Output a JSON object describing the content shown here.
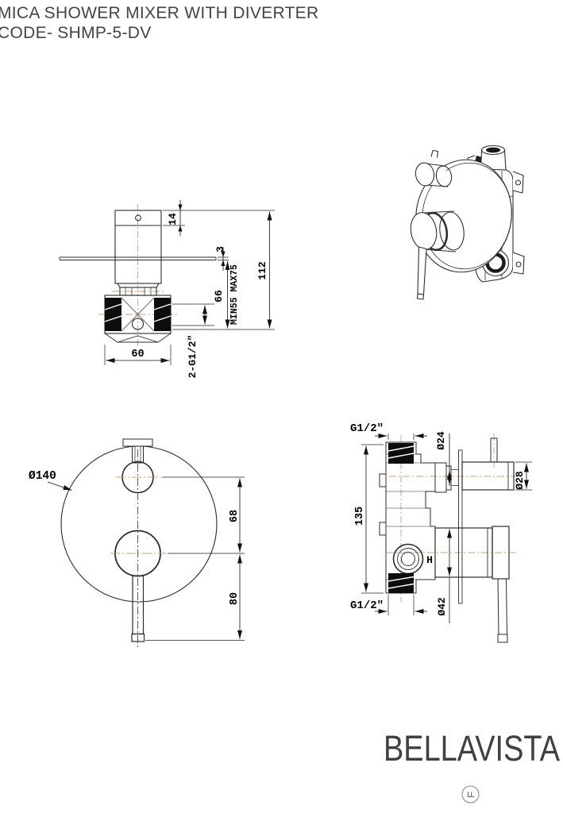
{
  "header": {
    "title": "MICA SHOWER MIXER WITH DIVERTER",
    "code": "CODE- SHMP-5-DV"
  },
  "side_view": {
    "cap_height": "14",
    "plate_thickness": "3",
    "overall_height": "112",
    "depth_nominal": "66",
    "depth_range": "MIN55 MAX75",
    "body_width": "60",
    "ports_label": "2-G1/2\""
  },
  "front_view": {
    "plate_diameter": "Ø140",
    "center_spacing": "68",
    "handle_drop": "80"
  },
  "section_view": {
    "top_port": "G1/2\"",
    "bottom_port": "G1/2\"",
    "body_height": "135",
    "stem_diameter": "Ø24",
    "diverter_diameter": "Ø28",
    "cartridge_diameter": "Ø42",
    "detail_mark": "H"
  },
  "brand": {
    "name": "BELLAVISTA",
    "monogram": "LL"
  },
  "colors": {
    "line": "#2b2b2b",
    "centerline": "#cf9f72",
    "dim_text": "#000000",
    "brand_text": "#3e4044"
  }
}
